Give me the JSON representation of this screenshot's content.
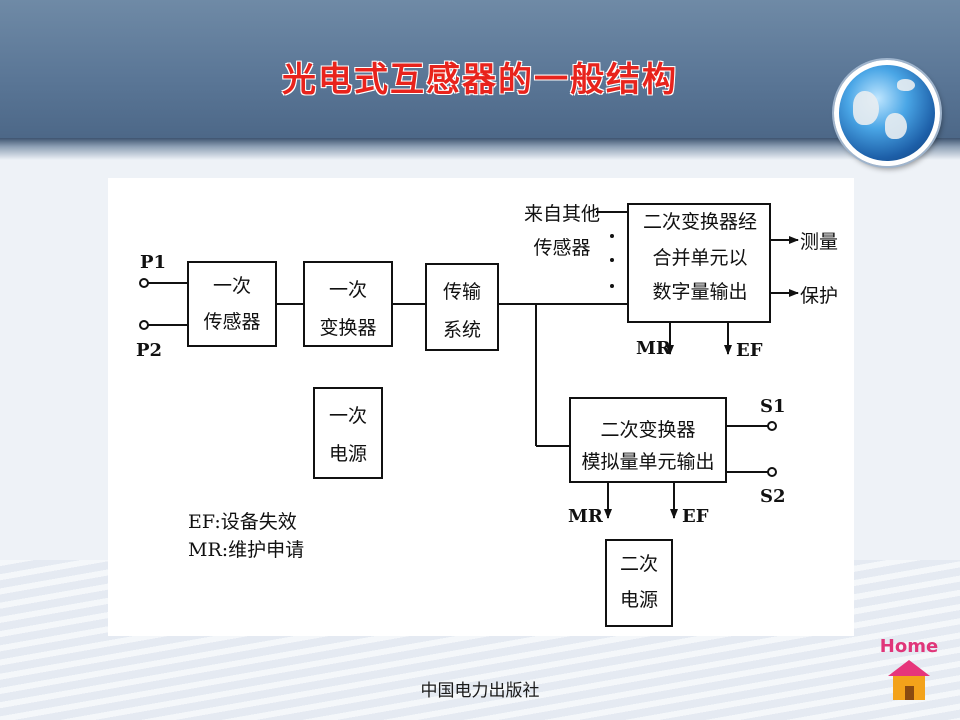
{
  "slide": {
    "title": "光电式互感器的一般结构",
    "footer": "中国电力出版社",
    "home_label": "Home"
  },
  "diagram": {
    "terminals": {
      "p1": "P1",
      "p2": "P2",
      "s1": "S1",
      "s2": "S2"
    },
    "primary_sensor": [
      "一次",
      "传感器"
    ],
    "primary_converter": [
      "一次",
      "变换器"
    ],
    "transmission": [
      "传输",
      "系统"
    ],
    "primary_power": [
      "一次",
      "电源"
    ],
    "other_sensors": [
      "来自其他",
      "传感器"
    ],
    "digital_unit": [
      "二次变换器经",
      "合并单元以",
      "数字量输出"
    ],
    "analog_unit": [
      "二次变换器",
      "模拟量单元输出"
    ],
    "secondary_power": [
      "二次",
      "电源"
    ],
    "outputs": {
      "measure": "测量",
      "protect": "保护"
    },
    "signals": {
      "mr": "MR",
      "ef": "EF"
    },
    "legend": [
      "EF:设备失效",
      "MR:维护申请"
    ]
  },
  "colors": {
    "title": "#e8231c",
    "header": "#5a7696",
    "home_text": "#e0367a"
  }
}
